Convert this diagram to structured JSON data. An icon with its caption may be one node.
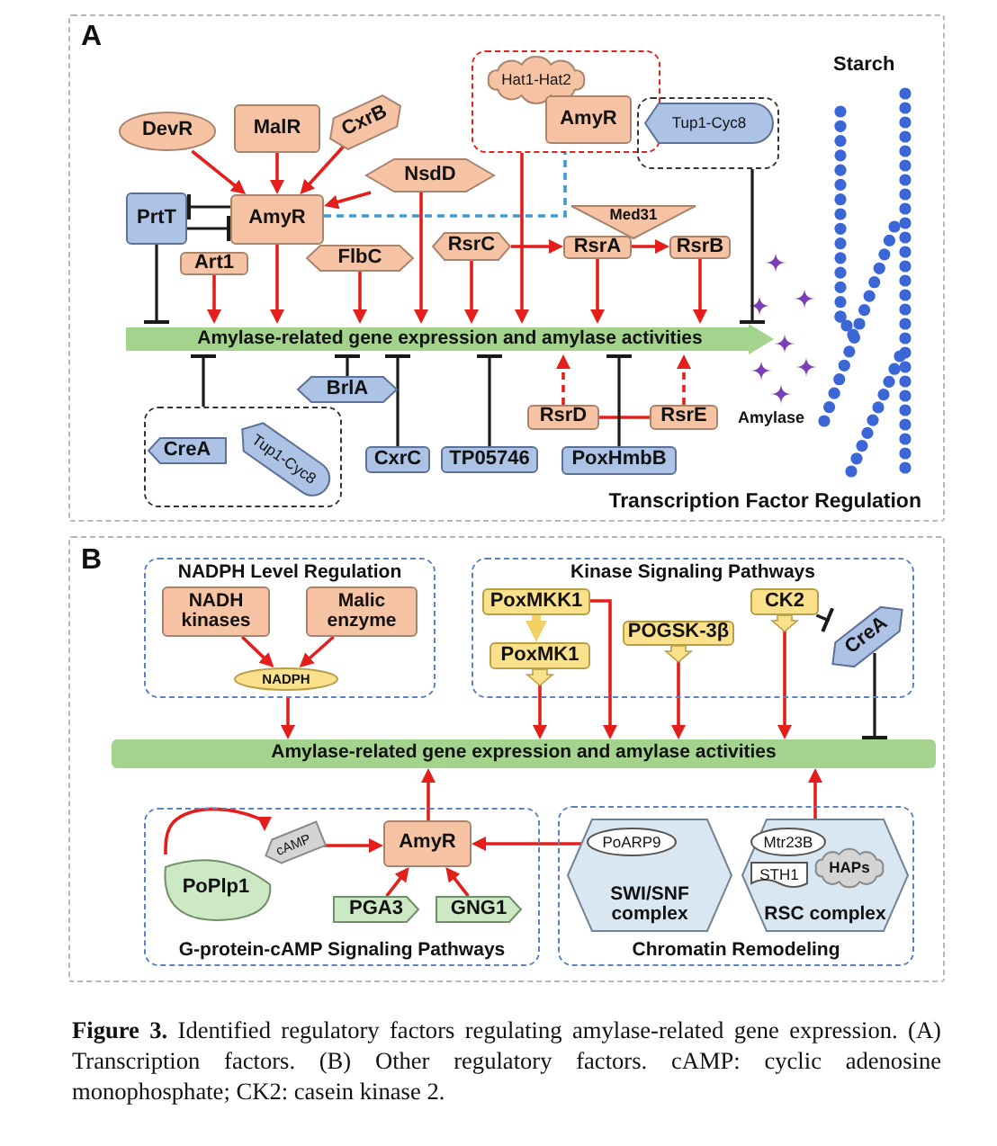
{
  "diagram": {
    "caption": "**Figure 3.** Identified regulatory factors regulating amylase-related gene expression. (A) Transcription factors. (B) Other regulatory factors. cAMP: cyclic adenosine monophosphate; CK2: casein kinase 2.",
    "nodes": [
      {
        "text": [
          "Transcription Factor Regulation"
        ]
      },
      {
        "text": [
          "DevR"
        ],
        "in": 0
      },
      {
        "text": [
          "MalR"
        ],
        "in": 0
      },
      {
        "text": [
          "CxrB"
        ],
        "in": 0
      },
      {
        "text": [
          "NsdD"
        ],
        "in": 0
      },
      {
        "text": [
          "PrtT"
        ],
        "in": 0
      },
      {
        "text": [
          "AmyR"
        ],
        "in": 0
      },
      {
        "text": [
          "Art1"
        ],
        "in": 0
      },
      {
        "text": [
          "FlbC"
        ],
        "in": 0
      },
      {
        "text": [
          "RsrC"
        ],
        "in": 0
      },
      {
        "text": [],
        "shape": "box",
        "in": 0
      },
      {
        "text": [
          "Hat1-Hat2"
        ],
        "in": 10
      },
      {
        "text": [
          "AmyR"
        ],
        "in": 10
      },
      {
        "text": [],
        "shape": "box",
        "in": 0
      },
      {
        "text": [
          "Tup1-Cyc8"
        ],
        "in": 13
      },
      {
        "text": [
          "Med31"
        ],
        "in": 0
      },
      {
        "text": [
          "RsrA"
        ],
        "in": 0
      },
      {
        "text": [
          "RsrB"
        ],
        "in": 0
      },
      {
        "text": [
          "Amylase-related gene expression and amylase activities"
        ],
        "in": 0
      },
      {
        "text": [
          "BrlA"
        ],
        "in": 0
      },
      {
        "text": [],
        "shape": "box",
        "in": 0
      },
      {
        "text": [
          "CreA"
        ],
        "in": 20
      },
      {
        "text": [
          "Tup1-Cyc8"
        ],
        "in": 20
      },
      {
        "text": [
          "CxrC"
        ],
        "in": 0
      },
      {
        "text": [
          "TP05746"
        ],
        "in": 0
      },
      {
        "text": [
          "RsrD"
        ],
        "in": 0
      },
      {
        "text": [
          "RsrE"
        ],
        "in": 0
      },
      {
        "text": [
          "PoxHmbB"
        ],
        "in": 0
      },
      {
        "text": [],
        "shape": "box"
      },
      {
        "text": [
          "NADPH Level Regulation"
        ],
        "in": 28
      },
      {
        "text": [
          "NADH kinases"
        ],
        "in": 29
      },
      {
        "text": [
          "Malic enzyme"
        ],
        "in": 29
      },
      {
        "text": [
          "NADPH"
        ],
        "in": 29
      },
      {
        "text": [
          "Kinase Signaling Pathways"
        ],
        "in": 28
      },
      {
        "text": [
          "PoxMKK1"
        ],
        "in": 33
      },
      {
        "text": [
          "PoxMK1"
        ],
        "in": 33
      },
      {
        "text": [
          "POGSK-3β"
        ],
        "in": 33
      },
      {
        "text": [
          "CK2"
        ],
        "in": 33
      },
      {
        "text": [
          "CreA"
        ],
        "in": 33
      },
      {
        "text": [
          "Amylase-related gene expression and amylase activities"
        ],
        "in": 28
      },
      {
        "text": [
          "G-protein-cAMP Signaling Pathways"
        ],
        "in": 28
      },
      {
        "text": [
          "PoPlp1"
        ],
        "in": 40
      },
      {
        "text": [
          "cAMP"
        ],
        "in": 40
      },
      {
        "text": [
          "AmyR"
        ],
        "in": 40
      },
      {
        "text": [
          "PGA3"
        ],
        "in": 40
      },
      {
        "text": [
          "GNG1"
        ],
        "in": 40
      },
      {
        "text": [
          "Chromatin Remodeling"
        ],
        "in": 28
      },
      {
        "text": [
          "SWI/SNF complex"
        ],
        "in": 46
      },
      {
        "text": [
          "PoARP9"
        ],
        "in": 47
      },
      {
        "text": [
          "RSC complex"
        ],
        "in": 46
      },
      {
        "text": [
          "Mtr23B"
        ],
        "in": 49
      },
      {
        "text": [
          "STH1"
        ],
        "in": 49
      },
      {
        "text": [
          "HAPs"
        ],
        "in": 49
      }
    ],
    "edges": [
      {
        "from": 1,
        "to": 6,
        "arrow": "to"
      },
      {
        "from": 2,
        "to": 6,
        "arrow": "to"
      },
      {
        "from": 3,
        "to": 6,
        "arrow": "to"
      },
      {
        "from": 4,
        "to": 6,
        "arrow": "to"
      },
      {
        "from": 6,
        "to": 5,
        "arrow": "other",
        "color": "#1a1a1a"
      },
      {
        "from": 5,
        "to": 6,
        "arrow": "other",
        "color": "#1a1a1a"
      },
      {
        "from": 5,
        "to": 18,
        "arrow": "other",
        "color": "#1a1a1a"
      },
      {
        "from": 7,
        "to": 18,
        "arrow": "to"
      },
      {
        "from": 6,
        "to": 18,
        "arrow": "to"
      },
      {
        "from": 8,
        "to": 18,
        "arrow": "to"
      },
      {
        "from": 4,
        "to": 18,
        "arrow": "to"
      },
      {
        "from": 9,
        "to": 18,
        "arrow": "to"
      },
      {
        "from": 10,
        "to": 18,
        "arrow": "to"
      },
      {
        "from": 9,
        "to": 16,
        "arrow": "to"
      },
      {
        "from": 16,
        "to": 17,
        "arrow": "to"
      },
      {
        "from": 16,
        "to": 18,
        "arrow": "to"
      },
      {
        "from": 17,
        "to": 18,
        "arrow": "to"
      },
      {
        "from": 13,
        "to": 18,
        "arrow": "other",
        "color": "#1a1a1a"
      },
      {
        "from": 6,
        "to": 10,
        "arrow": "none",
        "style": "dashed",
        "color": "#3d9bd6"
      },
      {
        "from": 20,
        "to": 18,
        "arrow": "other",
        "color": "#1a1a1a"
      },
      {
        "from": 19,
        "to": 18,
        "arrow": "other",
        "color": "#1a1a1a"
      },
      {
        "from": 23,
        "to": 18,
        "arrow": "other",
        "color": "#1a1a1a"
      },
      {
        "from": 24,
        "to": 18,
        "arrow": "other",
        "color": "#1a1a1a"
      },
      {
        "from": 25,
        "to": 18,
        "arrow": "to",
        "style": "dashed"
      },
      {
        "from": 26,
        "to": 18,
        "arrow": "to",
        "style": "dashed"
      },
      {
        "from": 25,
        "to": 26,
        "arrow": "none"
      },
      {
        "from": 27,
        "to": 18,
        "arrow": "other",
        "color": "#1a1a1a"
      },
      {
        "from": 30,
        "to": 32,
        "arrow": "to"
      },
      {
        "from": 31,
        "to": 32,
        "arrow": "to"
      },
      {
        "from": 29,
        "to": 39,
        "arrow": "to"
      },
      {
        "from": 34,
        "to": 35,
        "arrow": "to",
        "style": "thick",
        "color": "#f2d266"
      },
      {
        "from": 35,
        "to": 39,
        "arrow": "to"
      },
      {
        "from": 34,
        "to": 39,
        "arrow": "to"
      },
      {
        "from": 36,
        "to": 39,
        "arrow": "to"
      },
      {
        "from": 37,
        "to": 39,
        "arrow": "to"
      },
      {
        "from": 37,
        "to": 38,
        "arrow": "other",
        "color": "#1a1a1a"
      },
      {
        "from": 38,
        "to": 39,
        "arrow": "other",
        "color": "#1a1a1a"
      },
      {
        "from": 41,
        "to": 42,
        "arrow": "to"
      },
      {
        "from": 42,
        "to": 43,
        "arrow": "to"
      },
      {
        "from": 44,
        "to": 43,
        "arrow": "to"
      },
      {
        "from": 45,
        "to": 43,
        "arrow": "to"
      },
      {
        "from": 43,
        "to": 39,
        "arrow": "to"
      },
      {
        "from": 48,
        "to": 43,
        "arrow": "to"
      },
      {
        "from": 49,
        "to": 39,
        "arrow": "to"
      }
    ],
    "labels": [
      "A",
      "Starch",
      "Amylase",
      "B"
    ]
  }
}
